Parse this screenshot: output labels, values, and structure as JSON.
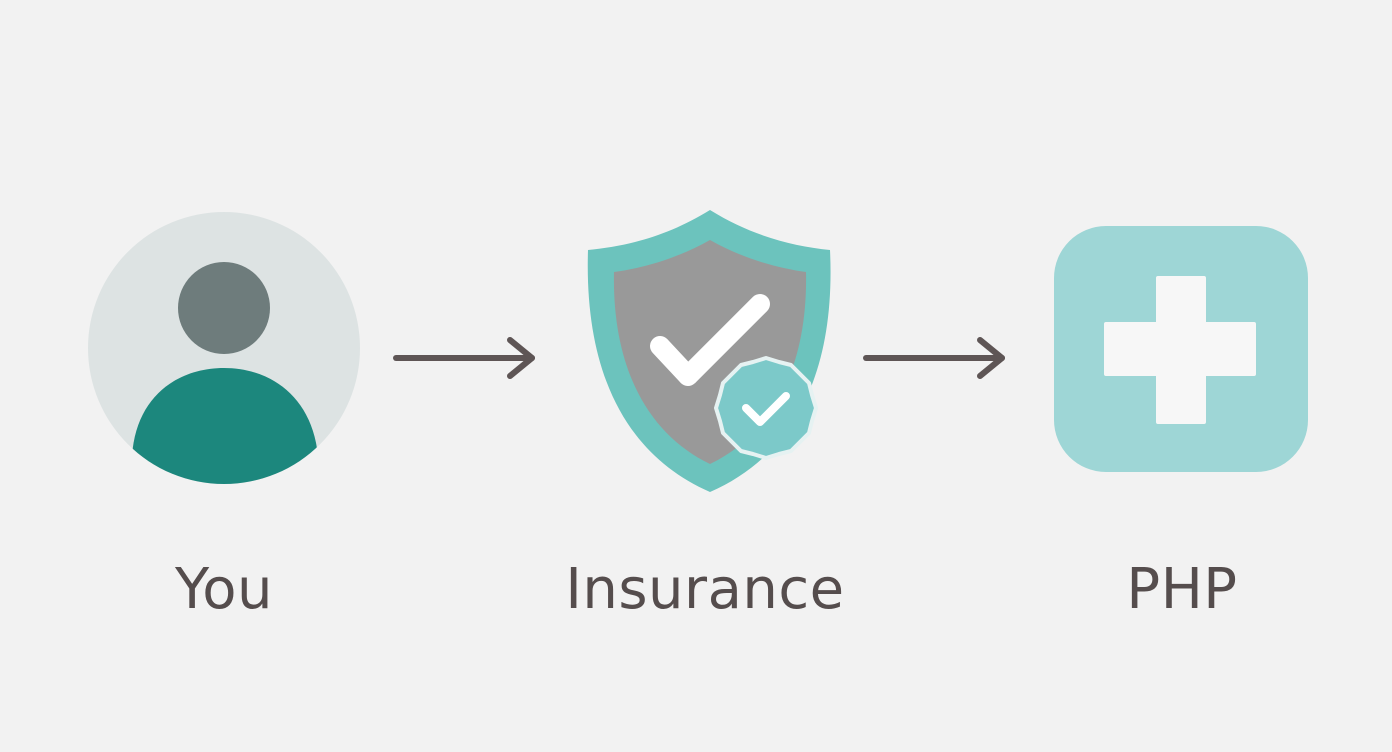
{
  "steps": [
    {
      "label": "You",
      "icon": "user-avatar-icon"
    },
    {
      "label": "Insurance",
      "icon": "shield-check-icon"
    },
    {
      "label": "PHP",
      "icon": "medical-cross-icon"
    }
  ],
  "connectors": [
    "arrow-right-icon",
    "arrow-right-icon"
  ],
  "colors": {
    "background": "#f2f2f2",
    "avatar_circle": "#dde3e3",
    "avatar_head": "#6e7c7c",
    "avatar_body": "#1c877d",
    "shield_outer": "#6cc3bd",
    "shield_inner": "#999999",
    "check": "#ffffff",
    "badge": "#7cc9c9",
    "medical_tile": "#9ed6d6",
    "arrow": "#5e5555",
    "label_text": "#554d4d"
  }
}
